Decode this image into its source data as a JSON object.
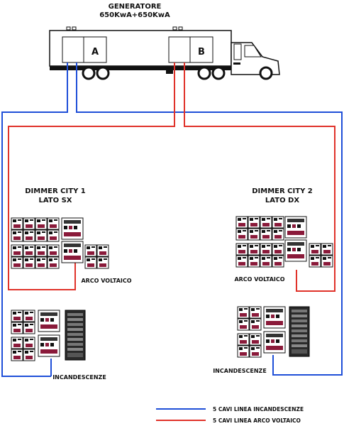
{
  "generator": {
    "title": "GENERATORE",
    "power": "650KwA+650KwA",
    "unit_a": "A",
    "unit_b": "B"
  },
  "dimmers": {
    "left_title": "DIMMER CITY 1",
    "left_side": "LATO SX",
    "right_title": "DIMMER CITY 2",
    "right_side": "LATO DX"
  },
  "groups": {
    "arc_left": "ARCO VOLTAICO",
    "arc_right": "ARCO VOLTAICO",
    "inc_left": "INCANDESCENZE",
    "inc_right": "INCANDESCENZE"
  },
  "legend": {
    "blue_label": "5 CAVI LINEA INCANDESCENZE",
    "red_label": "5 CAVI LINEA ARCO VOLTAICO"
  },
  "colors": {
    "blue_cable": "#1f4fd8",
    "red_cable": "#e0322a",
    "rack": "#222222",
    "module": "#8a1a3a"
  }
}
